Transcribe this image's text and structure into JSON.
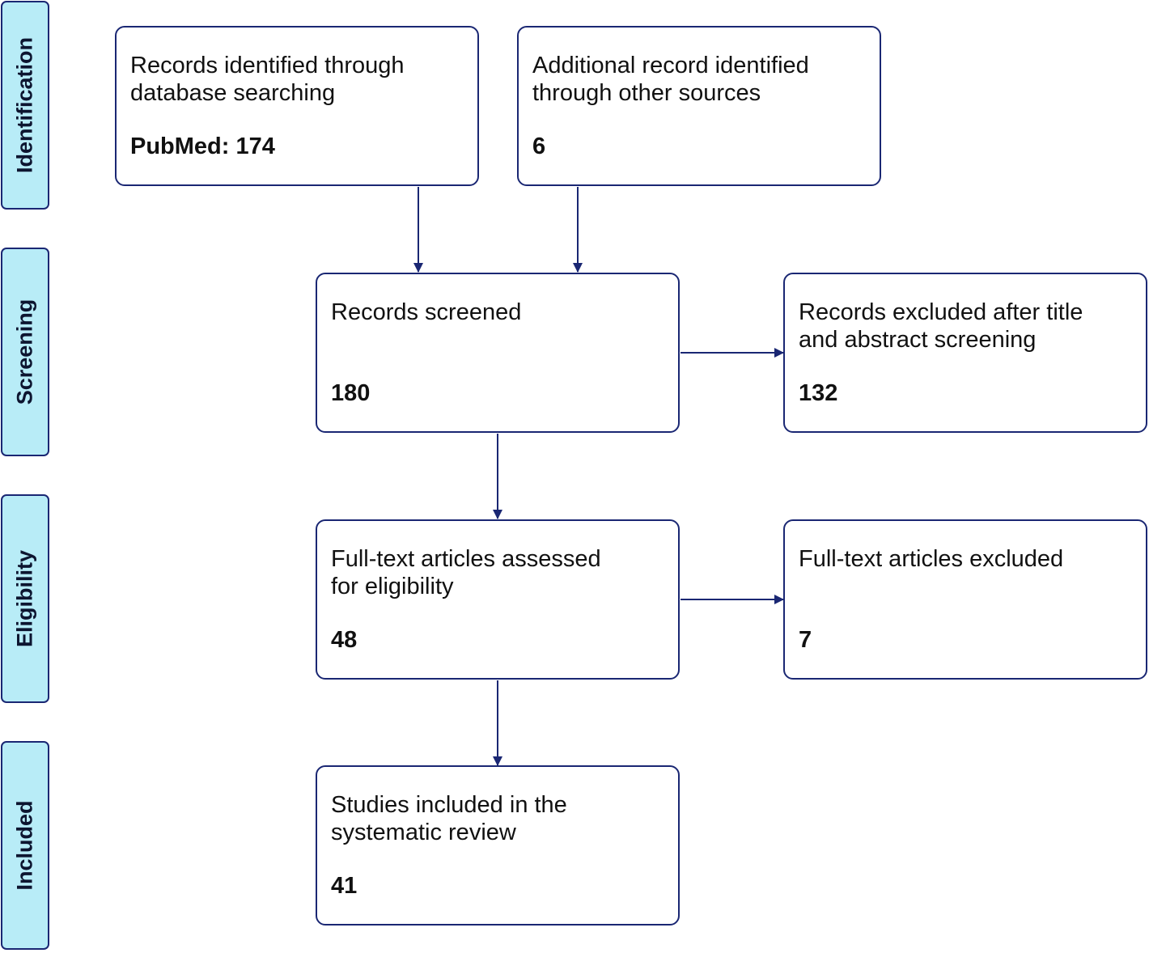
{
  "colors": {
    "line": "#1a2773",
    "stage_fill": "#b8ecf7",
    "stage_border": "#1a2773"
  },
  "stages": [
    {
      "label": "Identification"
    },
    {
      "label": "Screening"
    },
    {
      "label": "Eligibility"
    },
    {
      "label": "Included"
    }
  ],
  "boxes": {
    "database": {
      "text": "Records identified through\ndatabase searching",
      "count": "PubMed: 174"
    },
    "other_sources": {
      "text": "Additional record identified\nthrough  other sources",
      "count": "6"
    },
    "screened": {
      "text": "Records screened",
      "count": "180"
    },
    "excluded_screening": {
      "text": "Records excluded after title\nand abstract screening",
      "count": "132"
    },
    "fulltext_assessed": {
      "text": "Full-text articles assessed\nfor eligibility",
      "count": "48"
    },
    "fulltext_excluded": {
      "text": "Full-text articles excluded",
      "count": "7"
    },
    "included": {
      "text": "Studies included in the\nsystematic review",
      "count": "41"
    }
  }
}
